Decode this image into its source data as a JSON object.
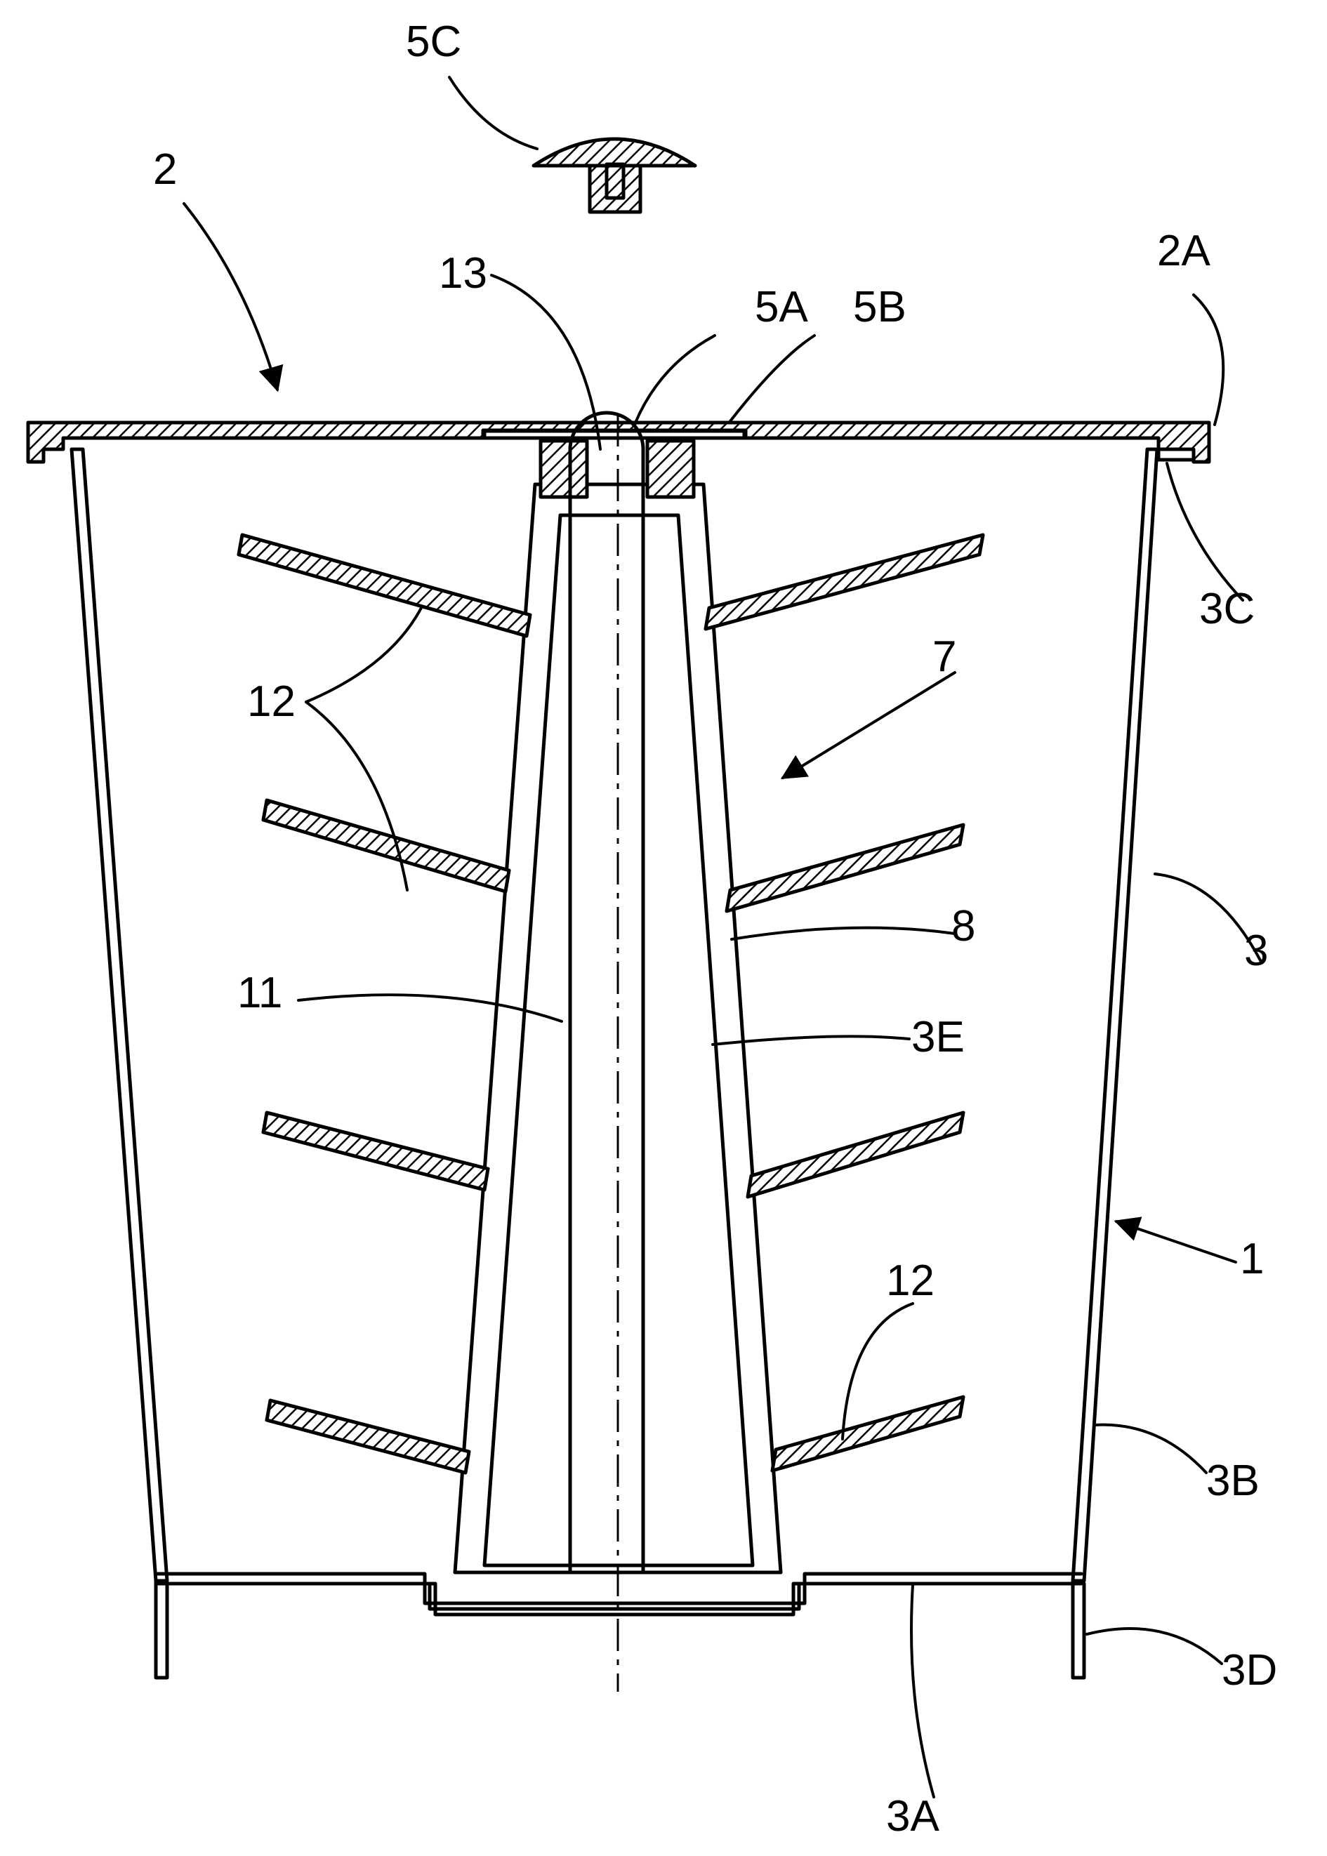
{
  "labels": {
    "l5c": "5C",
    "l2": "2",
    "l2a": "2A",
    "l13": "13",
    "l5a": "5A",
    "l5b": "5B",
    "l3c": "3C",
    "l7": "7",
    "l12a": "12",
    "l12b": "12",
    "l8": "8",
    "l3": "3",
    "l11": "11",
    "l3e": "3E",
    "l1": "1",
    "l3b": "3B",
    "l3d": "3D",
    "l3a": "3A"
  }
}
